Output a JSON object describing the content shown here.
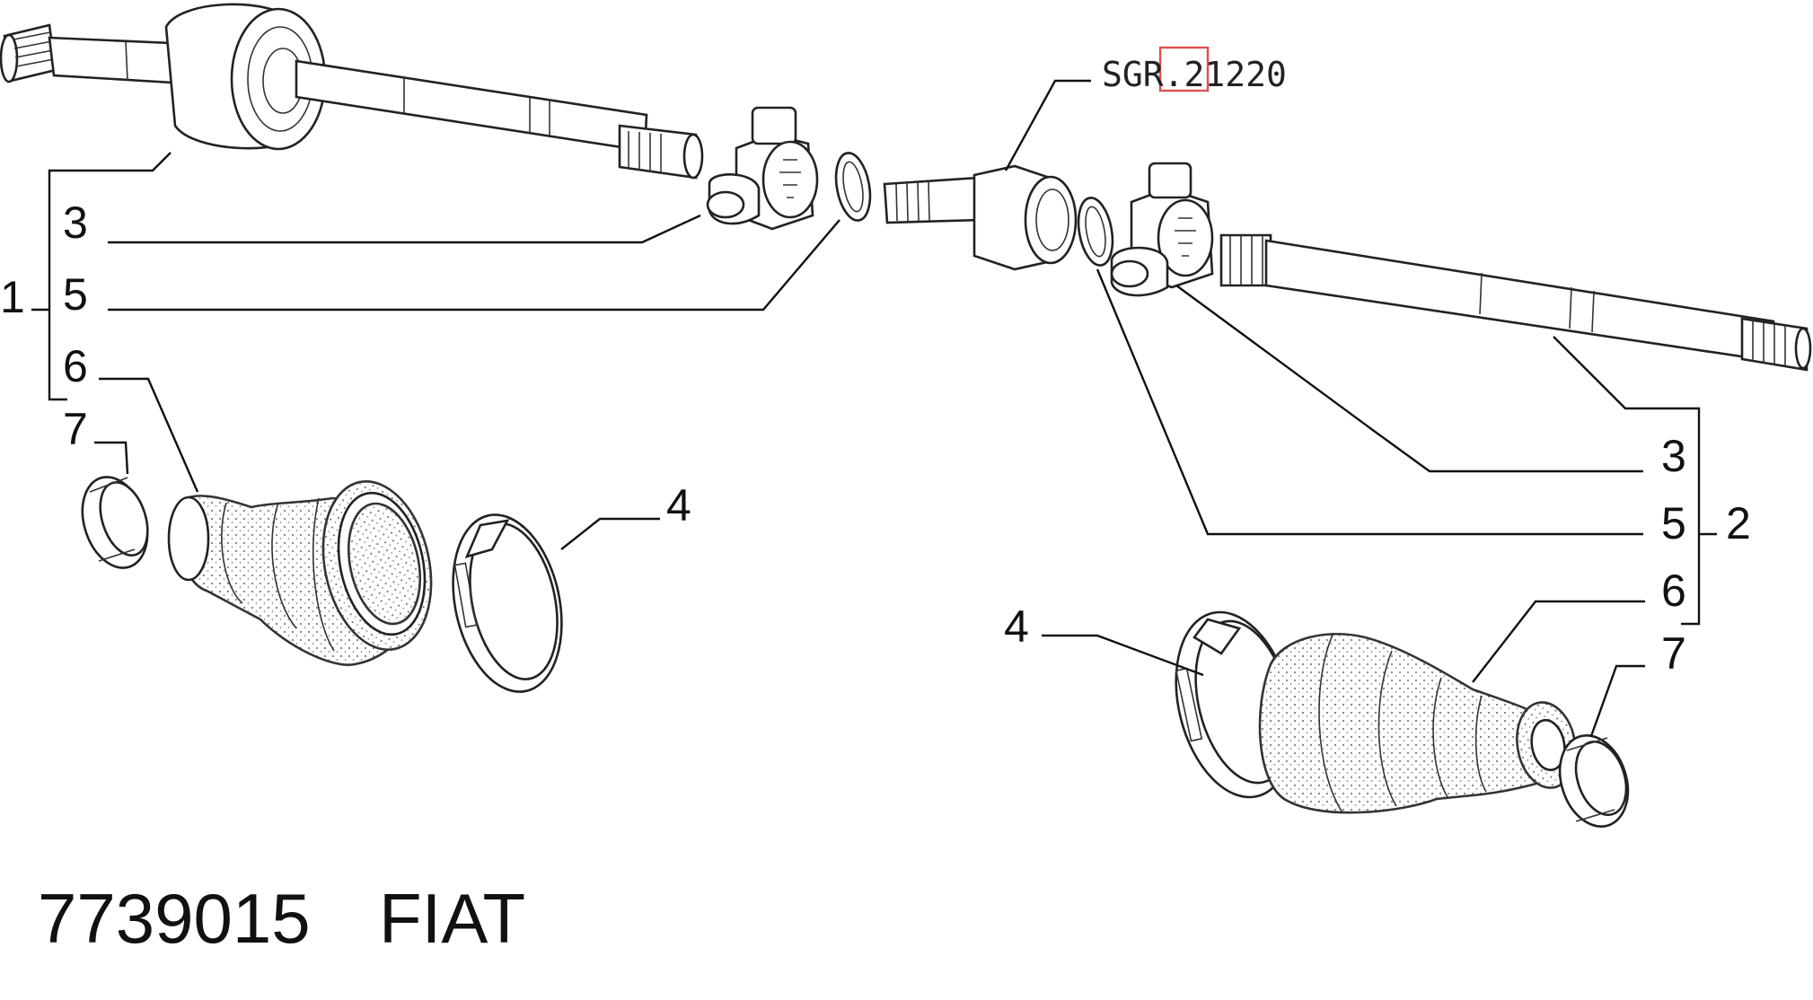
{
  "reference_code": {
    "prefix": "SGR",
    "highlighted": ".21",
    "suffix": "220"
  },
  "part_number": "7739015",
  "brand": "FIAT",
  "labels": {
    "left_assembly": "1",
    "right_assembly": "2",
    "left_joint": "3",
    "left_ring": "5",
    "left_boot": "6",
    "left_small_clamp": "7",
    "left_large_clamp": "4",
    "right_joint": "3",
    "right_ring": "5",
    "right_boot": "6",
    "right_small_clamp": "7",
    "right_large_clamp": "4"
  },
  "colors": {
    "line": "#111111",
    "highlight": "#e05050",
    "background": "#ffffff"
  }
}
